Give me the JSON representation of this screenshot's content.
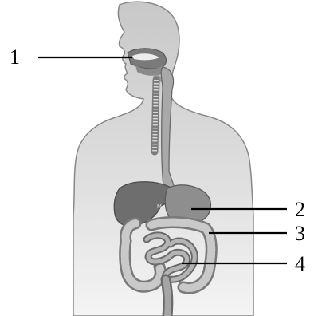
{
  "figure": {
    "labels": [
      {
        "text": "1",
        "points_to": "mouth"
      },
      {
        "text": "2",
        "points_to": "stomach"
      },
      {
        "text": "3",
        "points_to": "large-intestine"
      },
      {
        "text": "4",
        "points_to": "small-intestine"
      }
    ],
    "liver_letter": "M"
  }
}
